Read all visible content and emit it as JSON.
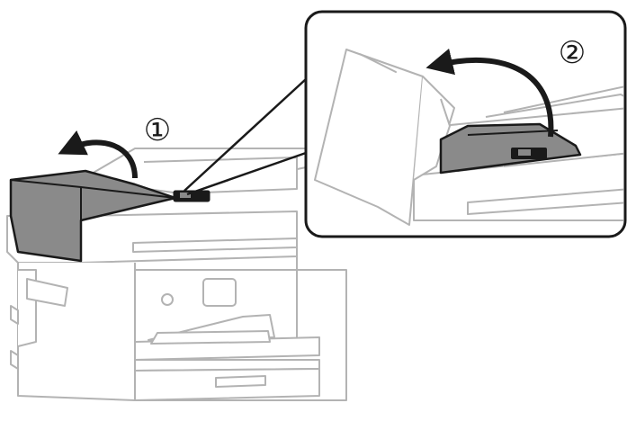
{
  "steps": {
    "step1_label": "①",
    "step2_label": "②"
  },
  "colors": {
    "outline": "#b3b3b3",
    "dark_outline": "#1a1a1a",
    "cover_fill": "#8a8a8a",
    "white": "#ffffff"
  },
  "icons": {
    "step1_arrow": "curved-arrow-left-icon",
    "step2_arrow": "curved-arrow-left-icon",
    "zoom_callout": "magnify-callout"
  }
}
